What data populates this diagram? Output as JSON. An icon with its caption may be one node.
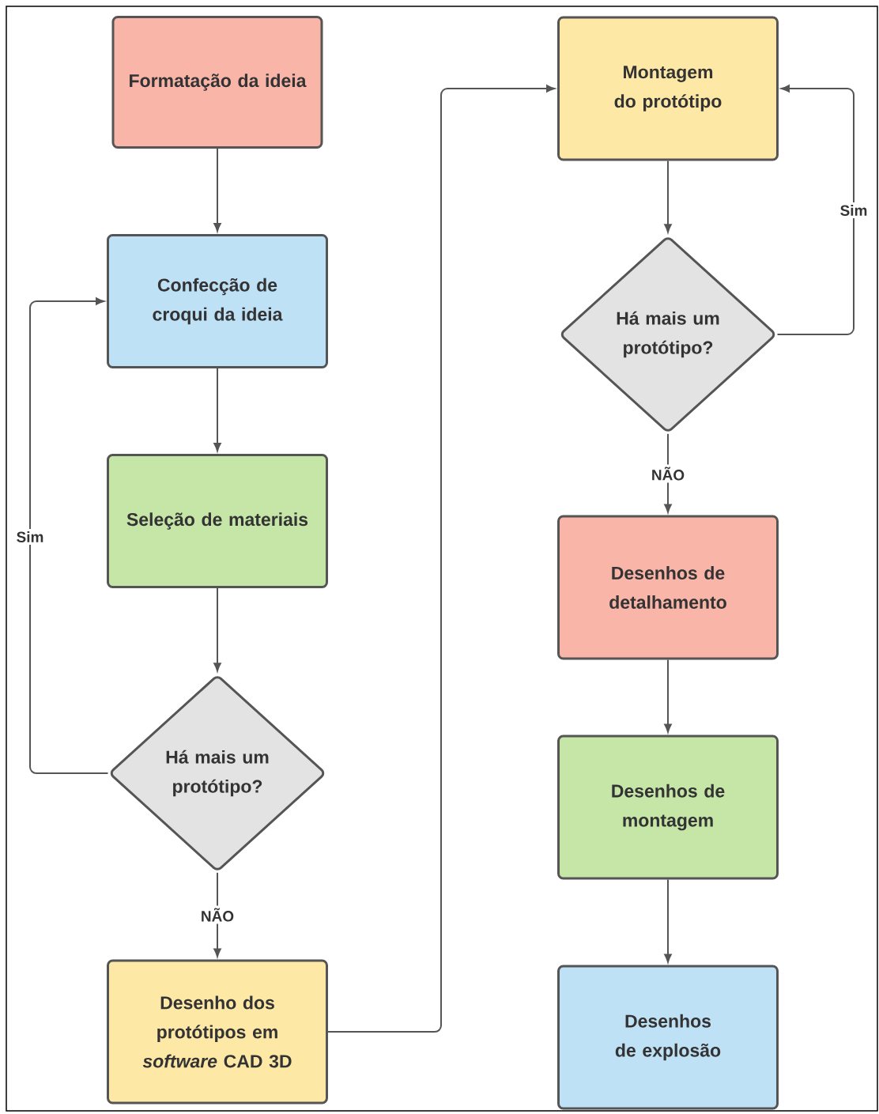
{
  "diagram": {
    "nodes": [
      {
        "text": [
          "Formatação da ideia"
        ]
      },
      {
        "text": [
          "Confecção de croqui da ideia"
        ]
      },
      {
        "text": [
          "Seleção de materiais"
        ]
      },
      {
        "text": [
          "Há mais um protótipo?"
        ]
      },
      {
        "text": [
          "Desenho dos protótipos em *software* CAD 3D"
        ]
      },
      {
        "text": [
          "Montagem do protótipo"
        ]
      },
      {
        "text": [
          "Há mais um protótipo?"
        ]
      },
      {
        "text": [
          "Desenhos de detalhamento"
        ]
      },
      {
        "text": [
          "Desenhos de montagem"
        ]
      },
      {
        "text": [
          "Desenhos de explosão"
        ]
      }
    ],
    "edges": [
      {
        "from": 0,
        "to": 1,
        "arrow": "to"
      },
      {
        "from": 1,
        "to": 2,
        "arrow": "to"
      },
      {
        "from": 2,
        "to": 3,
        "arrow": "to"
      },
      {
        "from": 3,
        "to": 1,
        "arrow": "to",
        "label": "Sim"
      },
      {
        "from": 3,
        "to": 4,
        "arrow": "to",
        "label": "NÃO"
      },
      {
        "from": 4,
        "to": 5,
        "arrow": "to"
      },
      {
        "from": 5,
        "to": 6,
        "arrow": "to"
      },
      {
        "from": 6,
        "to": 5,
        "arrow": "to",
        "label": "Sim"
      },
      {
        "from": 6,
        "to": 7,
        "arrow": "to",
        "label": "NÃO"
      },
      {
        "from": 7,
        "to": 8,
        "arrow": "to"
      },
      {
        "from": 8,
        "to": 9,
        "arrow": "to"
      }
    ]
  }
}
